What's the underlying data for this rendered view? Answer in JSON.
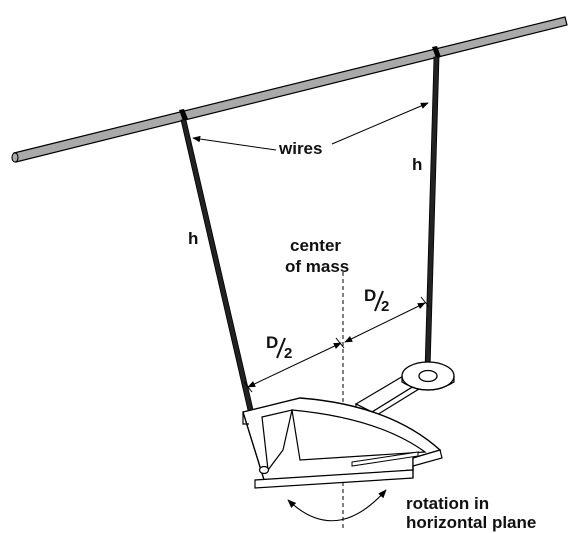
{
  "labels": {
    "wires": "wires",
    "h_left": "h",
    "h_right": "h",
    "center_line1": "center",
    "center_line2": "of mass",
    "d_left": "D",
    "d_right": "D",
    "half": "2",
    "rotation_line1": "rotation in",
    "rotation_line2": "horizontal plane"
  },
  "colors": {
    "rod": "#a9a9a9",
    "stroke": "#000000",
    "plate": "#ffffff"
  }
}
